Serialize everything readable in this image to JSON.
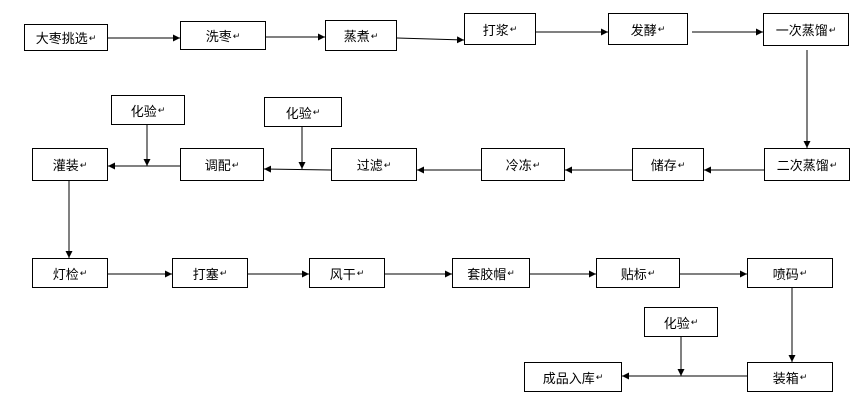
{
  "paragraph_mark": "↵",
  "steps": {
    "jujube_select": "大枣挑选",
    "wash": "洗枣",
    "steam_boil": "蒸煮",
    "pulp": "打浆",
    "ferment": "发酵",
    "first_distill": "一次蒸馏",
    "second_distill": "二次蒸馏",
    "storage": "储存",
    "freeze": "冷冻",
    "filter": "过滤",
    "blend": "调配",
    "fill": "灌装",
    "lamp_inspect": "灯检",
    "plug": "打塞",
    "air_dry": "风干",
    "cap": "套胶帽",
    "label": "贴标",
    "inkjet": "喷码",
    "box": "装箱",
    "warehouse": "成品入库",
    "test_blend": "化验",
    "test_fill": "化验",
    "test_box": "化验"
  },
  "edges": [
    [
      "jujube_select",
      "wash"
    ],
    [
      "wash",
      "steam_boil"
    ],
    [
      "steam_boil",
      "pulp"
    ],
    [
      "pulp",
      "ferment"
    ],
    [
      "ferment",
      "first_distill"
    ],
    [
      "first_distill",
      "second_distill"
    ],
    [
      "second_distill",
      "storage"
    ],
    [
      "storage",
      "freeze"
    ],
    [
      "freeze",
      "filter"
    ],
    [
      "filter",
      "blend"
    ],
    [
      "blend",
      "fill"
    ],
    [
      "fill",
      "lamp_inspect"
    ],
    [
      "lamp_inspect",
      "plug"
    ],
    [
      "plug",
      "air_dry"
    ],
    [
      "air_dry",
      "cap"
    ],
    [
      "cap",
      "label"
    ],
    [
      "label",
      "inkjet"
    ],
    [
      "inkjet",
      "box"
    ],
    [
      "box",
      "warehouse"
    ],
    [
      "test_blend",
      "blend"
    ],
    [
      "test_fill",
      "fill"
    ],
    [
      "test_box",
      "warehouse"
    ]
  ]
}
